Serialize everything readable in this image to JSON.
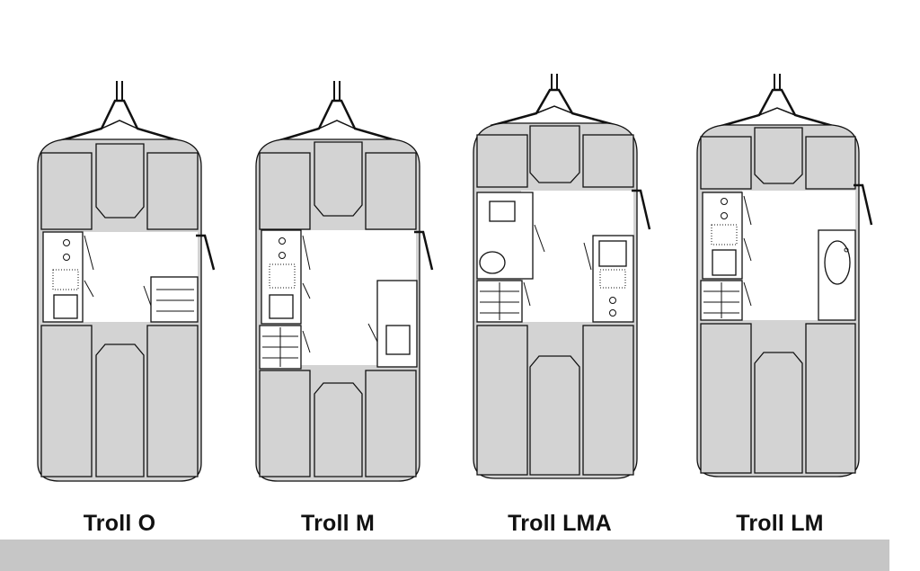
{
  "layouts": [
    {
      "id": "troll-o",
      "name": "Troll O"
    },
    {
      "id": "troll-m",
      "name": "Troll M"
    },
    {
      "id": "troll-lma",
      "name": "Troll LMA"
    },
    {
      "id": "troll-lm",
      "name": "Troll LM"
    }
  ],
  "colors": {
    "fill": "#d3d3d3",
    "line": "#111111",
    "band": "#c6c6c6"
  }
}
